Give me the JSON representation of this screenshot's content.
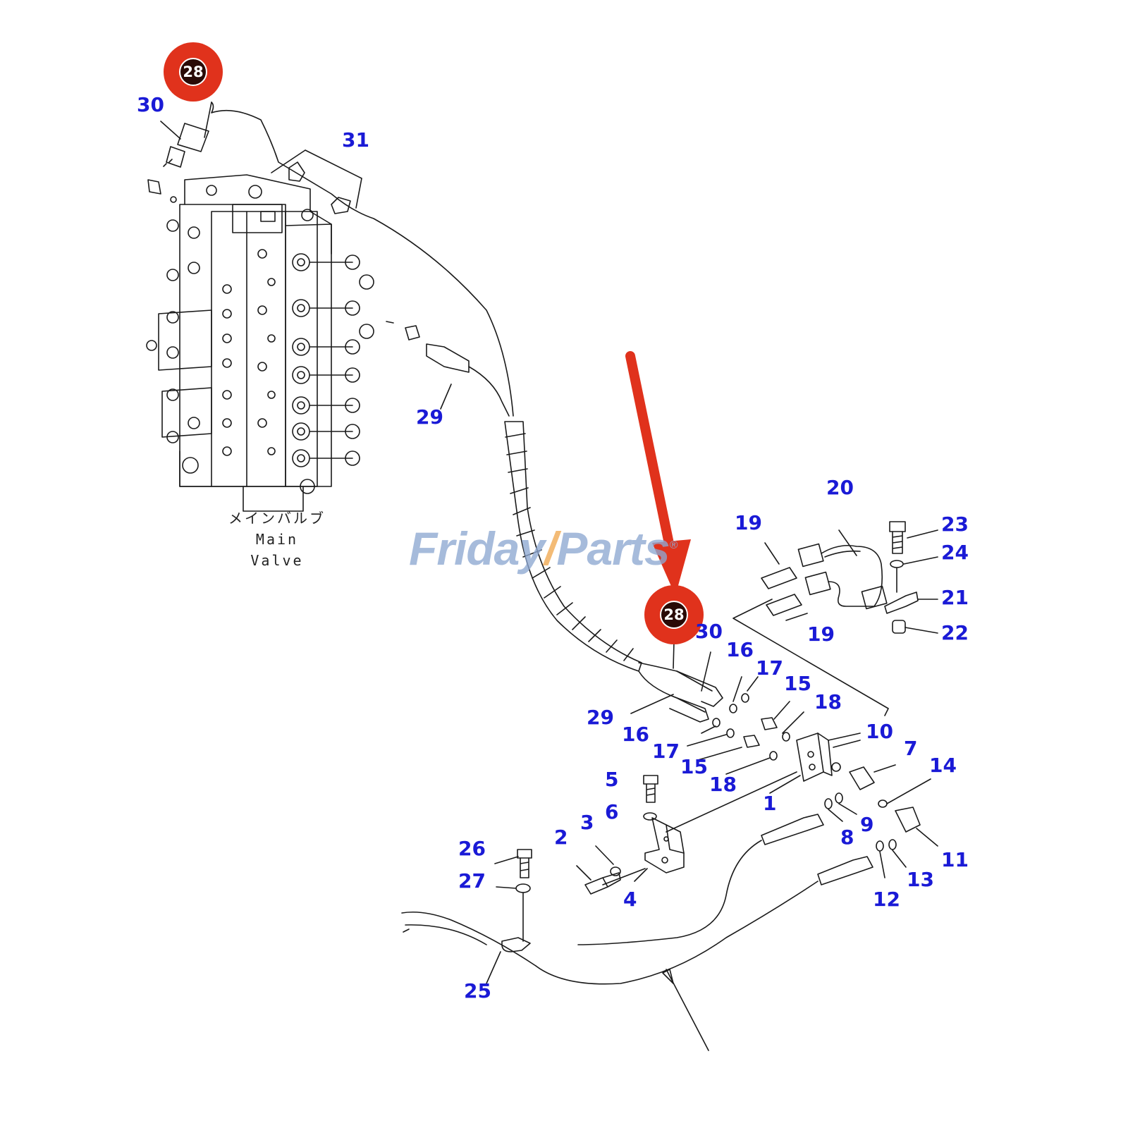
{
  "main_valve": {
    "caption_jp": "メインバルブ",
    "caption_en": "Main Valve"
  },
  "watermark": {
    "part1": "Friday",
    "slash": "/",
    "part2": "Parts",
    "mark": "®"
  },
  "callout_badges": [
    "28",
    "28"
  ],
  "part_numbers": {
    "p1": "1",
    "p2": "2",
    "p3": "3",
    "p4": "4",
    "p5": "5",
    "p6": "6",
    "p7": "7",
    "p8": "8",
    "p9": "9",
    "p10": "10",
    "p11": "11",
    "p12": "12",
    "p13": "13",
    "p14": "14",
    "p15": "15",
    "p16": "16",
    "p17": "17",
    "p18": "18",
    "p19": "19",
    "p20": "20",
    "p21": "21",
    "p22": "22",
    "p23": "23",
    "p24": "24",
    "p25": "25",
    "p26": "26",
    "p27": "27",
    "p29": "29",
    "p30": "30",
    "p31": "31"
  },
  "colors": {
    "callout_badge": "#e0321c",
    "indicator_arrow": "#e0321c",
    "part_number_text": "#1a1ad6",
    "line_art": "#1a1a1a",
    "watermark": "#8ea8d2"
  }
}
